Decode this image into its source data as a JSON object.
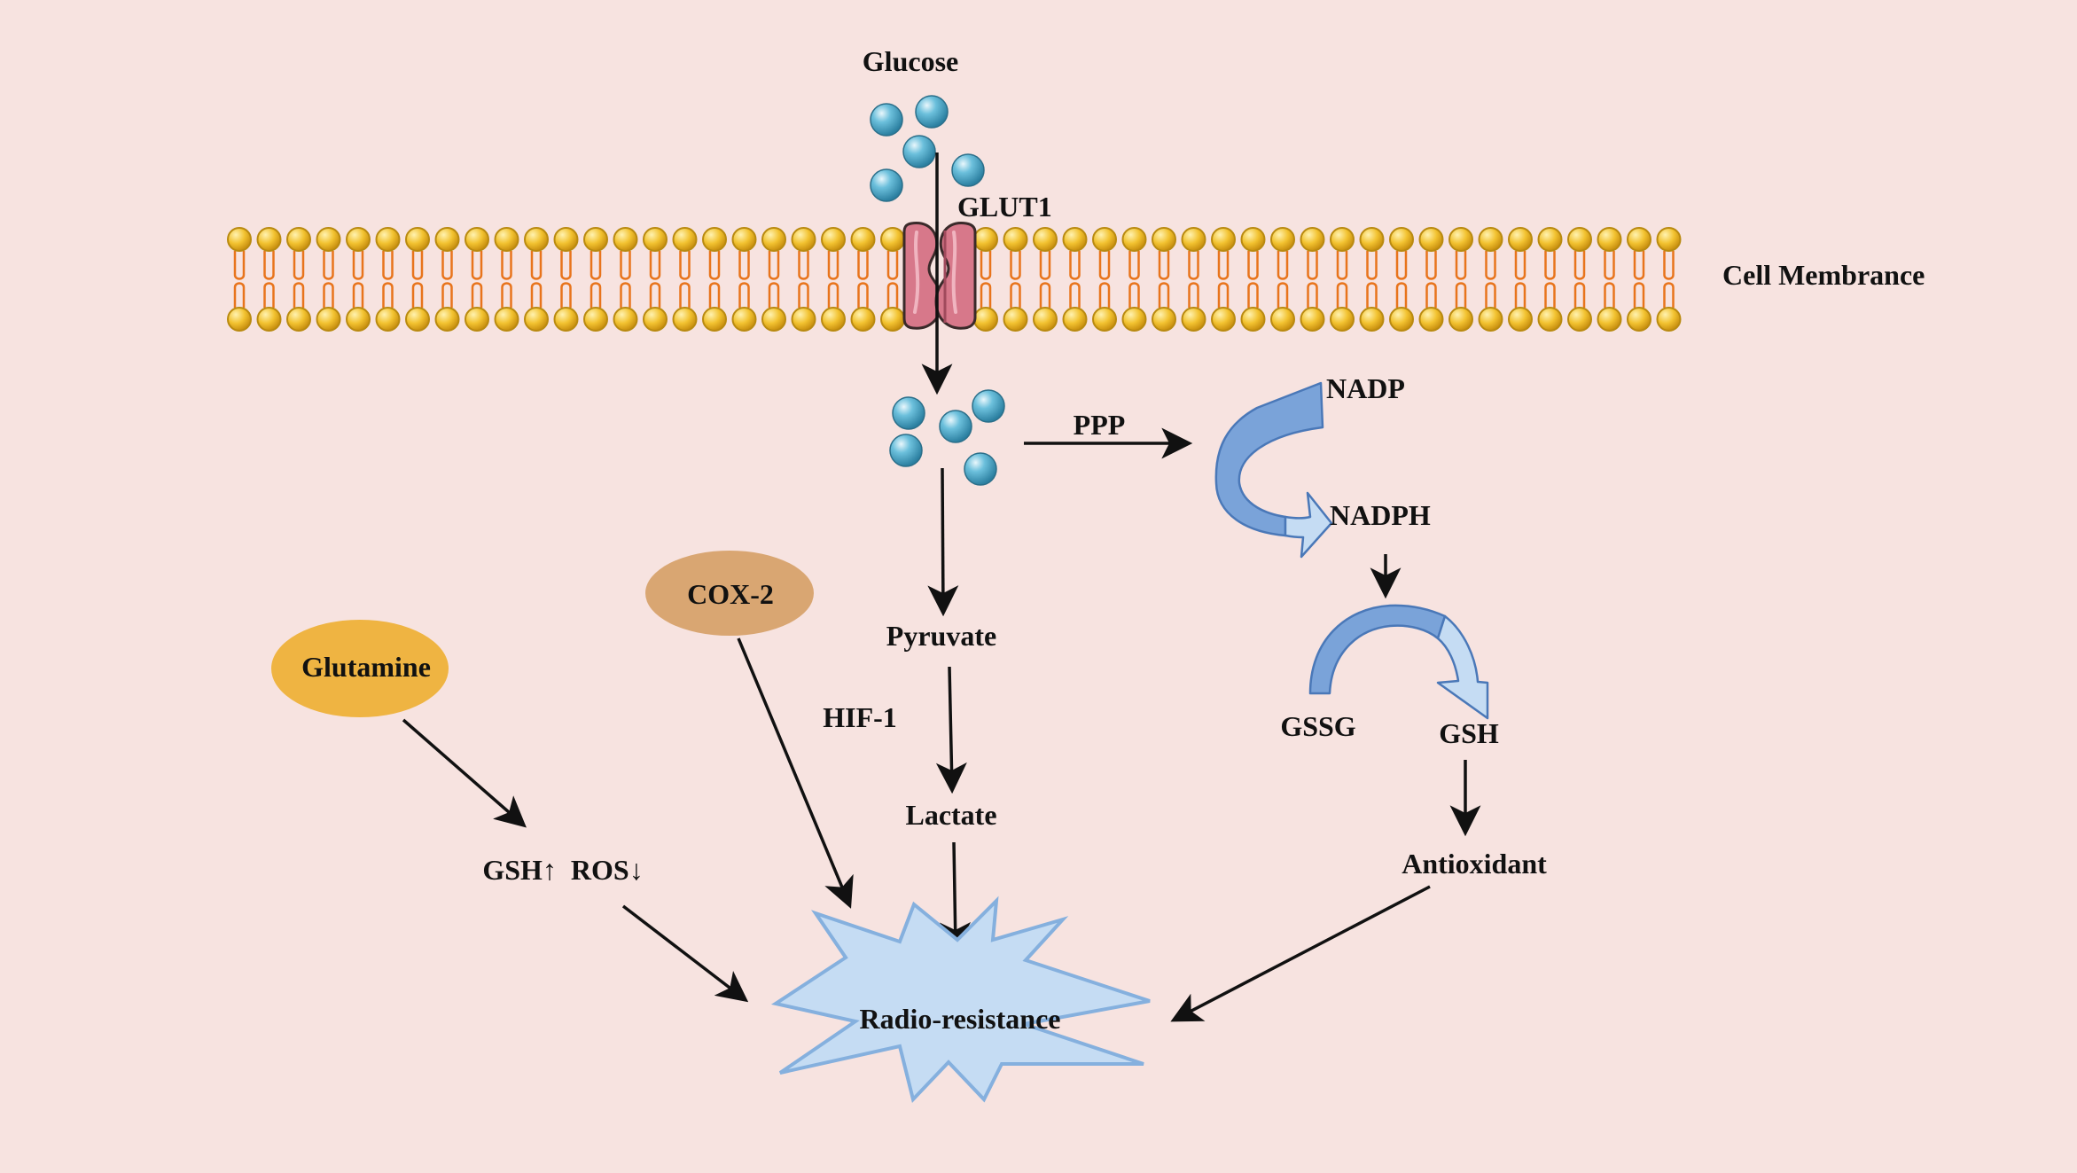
{
  "labels": {
    "glucose": "Glucose",
    "glut1": "GLUT1",
    "membrane": "Cell Membrance",
    "ppp": "PPP",
    "nadp": "NADP",
    "nadph": "NADPH",
    "cox2": "COX-2",
    "glutamine": "Glutamine",
    "pyruvate": "Pyruvate",
    "hif1": "HIF-1",
    "lactate": "Lactate",
    "gssg": "GSSG",
    "gsh": "GSH",
    "antioxidant": "Antioxidant",
    "gsh_ros": "GSH↑  ROS↓",
    "radio_resistance": "Radio-resistance"
  },
  "colors": {
    "background": "#f7e3e0",
    "lipid_head": "#f2c230",
    "lipid_head_stroke": "#b98a10",
    "lipid_tail": "#e8741c",
    "glucose": "#4aa6c8",
    "glut1": "#d7788a",
    "cox2": "#d9a672",
    "glutamine": "#efb442",
    "cycle_dark": "#7aa3d9",
    "cycle_light": "#c5dcf3",
    "burst": "#c5dcf3",
    "burst_stroke": "#85b0de",
    "arrow": "#111111"
  },
  "icons": [
    "glucose-molecule-icon",
    "glut1-transporter-icon",
    "lipid-bilayer-icon",
    "cycle-arrow-icon",
    "starburst-icon"
  ]
}
